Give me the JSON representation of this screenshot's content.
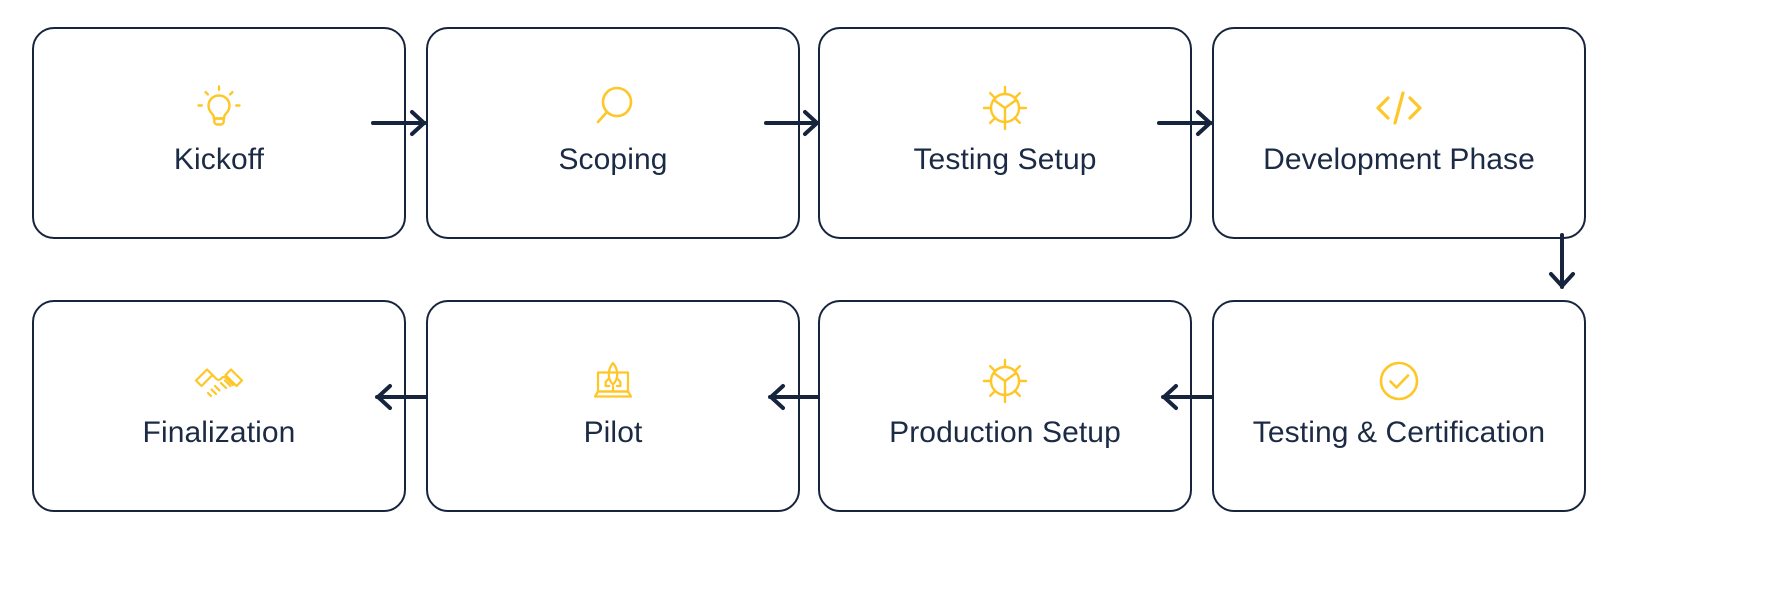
{
  "diagram": {
    "type": "process-flow",
    "flow_direction": "serpentine: top row left-to-right, then down, then bottom row right-to-left",
    "colors": {
      "icon": "#FFC627",
      "border": "#16243d",
      "text": "#1c2b45",
      "background": "#ffffff"
    },
    "steps": [
      {
        "id": "kickoff",
        "label": "Kickoff",
        "icon": "lightbulb-icon",
        "row": 1,
        "col": 1,
        "order": 1
      },
      {
        "id": "scoping",
        "label": "Scoping",
        "icon": "magnifier-icon",
        "row": 1,
        "col": 2,
        "order": 2
      },
      {
        "id": "testing-setup",
        "label": "Testing Setup",
        "icon": "gear-icon",
        "row": 1,
        "col": 3,
        "order": 3
      },
      {
        "id": "development",
        "label": "Development Phase",
        "icon": "code-brackets-icon",
        "row": 1,
        "col": 4,
        "order": 4
      },
      {
        "id": "certification",
        "label": "Testing & Certification",
        "icon": "check-circle-icon",
        "row": 2,
        "col": 4,
        "order": 5
      },
      {
        "id": "production",
        "label": "Production Setup",
        "icon": "gear-icon",
        "row": 2,
        "col": 3,
        "order": 6
      },
      {
        "id": "pilot",
        "label": "Pilot",
        "icon": "rocket-laptop-icon",
        "row": 2,
        "col": 2,
        "order": 7
      },
      {
        "id": "finalization",
        "label": "Finalization",
        "icon": "handshake-icon",
        "row": 2,
        "col": 1,
        "order": 8
      }
    ],
    "connectors": [
      {
        "id": "c1",
        "icon": "arrow-right-icon",
        "from": "kickoff",
        "to": "scoping"
      },
      {
        "id": "c2",
        "icon": "arrow-right-icon",
        "from": "scoping",
        "to": "testing-setup"
      },
      {
        "id": "c3",
        "icon": "arrow-right-icon",
        "from": "testing-setup",
        "to": "development"
      },
      {
        "id": "c4",
        "icon": "arrow-down-icon",
        "from": "development",
        "to": "certification"
      },
      {
        "id": "c5",
        "icon": "arrow-left-icon",
        "from": "certification",
        "to": "production"
      },
      {
        "id": "c6",
        "icon": "arrow-left-icon",
        "from": "production",
        "to": "pilot"
      },
      {
        "id": "c7",
        "icon": "arrow-left-icon",
        "from": "pilot",
        "to": "finalization"
      }
    ]
  }
}
